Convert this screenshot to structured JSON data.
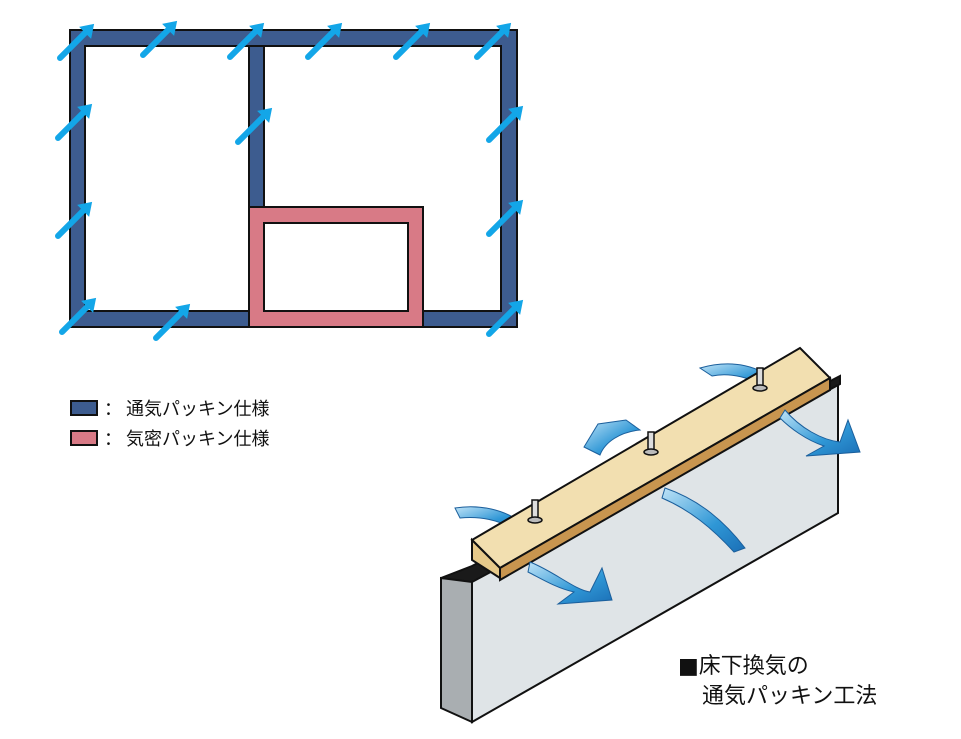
{
  "colors": {
    "ventilation": "#3d5c8f",
    "airtight": "#d87a86",
    "arrow": "#13a6e8",
    "flow": "#1f8fd1",
    "wood": "#f2dfb0",
    "concrete": "#dfe4e7"
  },
  "legend": [
    {
      "label": "通気パッキン仕様",
      "color": "#3d5c8f"
    },
    {
      "label": "気密パッキン仕様",
      "color": "#d87a86"
    }
  ],
  "caption": {
    "marker": "■",
    "line1": "床下換気の",
    "line2": "通気パッキン工法"
  }
}
